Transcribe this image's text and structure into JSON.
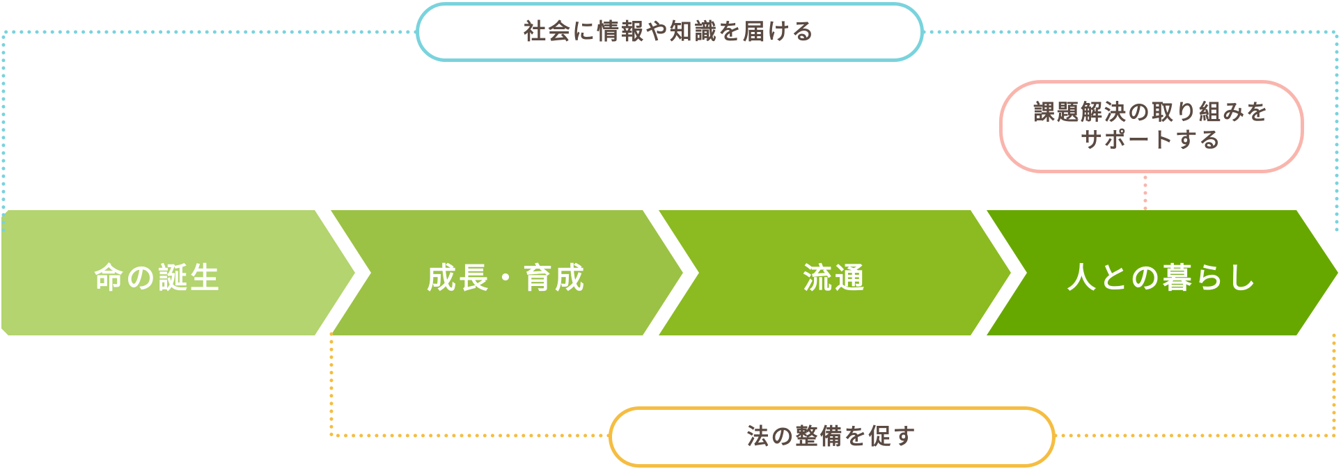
{
  "messages": {
    "top": "社会に情報や知識を届ける",
    "support": [
      "課題解決の取り組みを",
      "サポートする"
    ],
    "bottom": "法の整備を促す"
  },
  "stages": [
    {
      "label": "命の誕生",
      "color": "#b3d46e"
    },
    {
      "label": "成長・育成",
      "color": "#9bc244"
    },
    {
      "label": "流通",
      "color": "#8bbb21"
    },
    {
      "label": "人との暮らし",
      "color": "#67a800"
    }
  ],
  "colors": {
    "top_line": "#79d3dd",
    "support_line": "#f9b5ad",
    "bottom_line": "#f5bd41",
    "text": "#5a4a42"
  }
}
